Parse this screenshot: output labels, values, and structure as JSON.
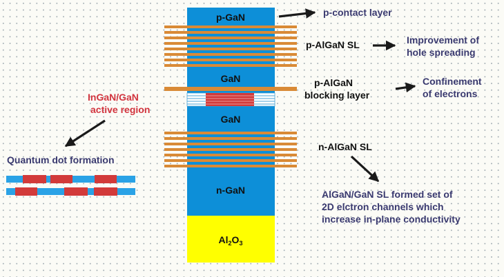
{
  "stack": {
    "p_gan": "p-GaN",
    "gan_upper": "GaN",
    "gan_lower": "GaN",
    "n_gan": "n-GaN",
    "substrate_main": "Al",
    "substrate_sub1": "2",
    "substrate_mid": "O",
    "substrate_sub2": "3"
  },
  "labels": {
    "p_contact": "p-contact layer",
    "p_algan_sl": "p-AlGaN SL",
    "hole_line1": "Improvement of",
    "hole_line2": "hole spreading",
    "blocking_line1": "p-AlGaN",
    "blocking_line2": "blocking layer",
    "confinement_line1": "Confinement",
    "confinement_line2": "of electrons",
    "n_algan_sl": "n-AlGaN SL",
    "channels_line1": "AlGaN/GaN SL formed set of",
    "channels_line2": "2D elctron channels which",
    "channels_line3": "increase in-plane conductivity",
    "active_line1": "InGaN/GaN",
    "active_line2": "active region",
    "quantum_dot": "Quantum dot formation"
  },
  "colors": {
    "gan_blue": "#0d8fd8",
    "superlattice_orange": "#d98a36",
    "sapphire_yellow": "#ffff00",
    "active_red": "#d23a3a",
    "label_navy": "#39396f",
    "label_red": "#d2343e",
    "arrow_black": "#1a1a1a"
  }
}
